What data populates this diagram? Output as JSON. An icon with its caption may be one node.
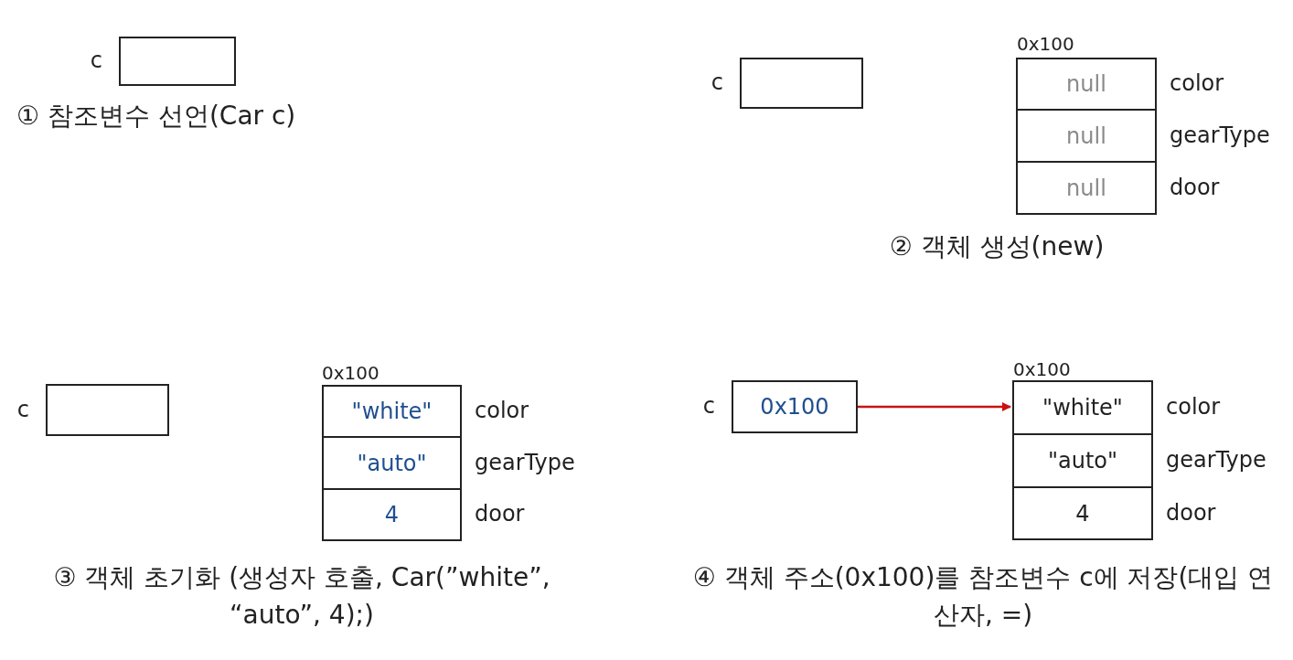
{
  "diagram": {
    "nodes": [
      {
        "text": [],
        "shape": "box",
        "beside": [
          "c"
        ]
      },
      {
        "text": [],
        "shape": "box",
        "beside": [
          "c"
        ]
      },
      {
        "text": [
          "null"
        ],
        "beside": [
          "color"
        ]
      },
      {
        "text": [
          "null"
        ],
        "beside": [
          "gearType"
        ]
      },
      {
        "text": [
          "null"
        ],
        "beside": [
          "door"
        ]
      },
      {
        "text": [],
        "shape": "box",
        "beside": [
          "c"
        ]
      },
      {
        "text": [
          "\"white\""
        ],
        "beside": [
          "color"
        ]
      },
      {
        "text": [
          "\"auto\""
        ],
        "beside": [
          "gearType"
        ]
      },
      {
        "text": [
          "4"
        ],
        "beside": [
          "door"
        ]
      },
      {
        "text": [
          "0x100"
        ],
        "beside": [
          "c"
        ]
      },
      {
        "text": [
          "\"white\""
        ],
        "beside": [
          "color"
        ]
      },
      {
        "text": [
          "\"auto\""
        ],
        "beside": [
          "gearType"
        ]
      },
      {
        "text": [
          "4"
        ],
        "beside": [
          "door"
        ]
      }
    ],
    "edges": [
      {
        "from": 9,
        "to": 10,
        "arrow": "to",
        "color": "#cc1111"
      }
    ],
    "labels": [
      "① 참조변수 선언(Car c)",
      "0x100",
      "② 객체 생성(new)",
      "0x100",
      "③ 객체 초기화 (생성자 호출, Car(”white”, “auto”, 4);)",
      "0x100",
      "④ 객체 주소(0x100)를 참조변수 c에 저장(대입 연산자, =)"
    ]
  }
}
